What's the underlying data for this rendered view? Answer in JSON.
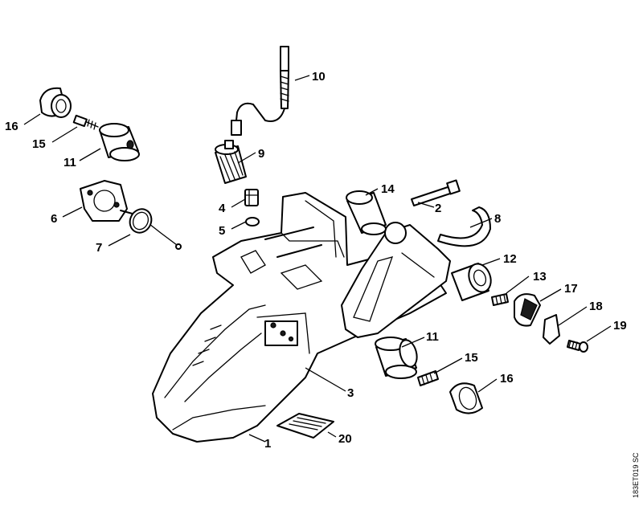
{
  "drawing_code": "183ET019 SC",
  "callouts": [
    {
      "id": "c1",
      "label": "1"
    },
    {
      "id": "c2",
      "label": "2"
    },
    {
      "id": "c3",
      "label": "3"
    },
    {
      "id": "c4",
      "label": "4"
    },
    {
      "id": "c5",
      "label": "5"
    },
    {
      "id": "c6",
      "label": "6"
    },
    {
      "id": "c7",
      "label": "7"
    },
    {
      "id": "c8",
      "label": "8"
    },
    {
      "id": "c9",
      "label": "9"
    },
    {
      "id": "c10",
      "label": "10"
    },
    {
      "id": "c11a",
      "label": "11"
    },
    {
      "id": "c11b",
      "label": "11"
    },
    {
      "id": "c12",
      "label": "12"
    },
    {
      "id": "c13",
      "label": "13"
    },
    {
      "id": "c14",
      "label": "14"
    },
    {
      "id": "c15a",
      "label": "15"
    },
    {
      "id": "c15b",
      "label": "15"
    },
    {
      "id": "c16a",
      "label": "16"
    },
    {
      "id": "c16b",
      "label": "16"
    },
    {
      "id": "c17",
      "label": "17"
    },
    {
      "id": "c18",
      "label": "18"
    },
    {
      "id": "c19",
      "label": "19"
    },
    {
      "id": "c20",
      "label": "20"
    }
  ]
}
